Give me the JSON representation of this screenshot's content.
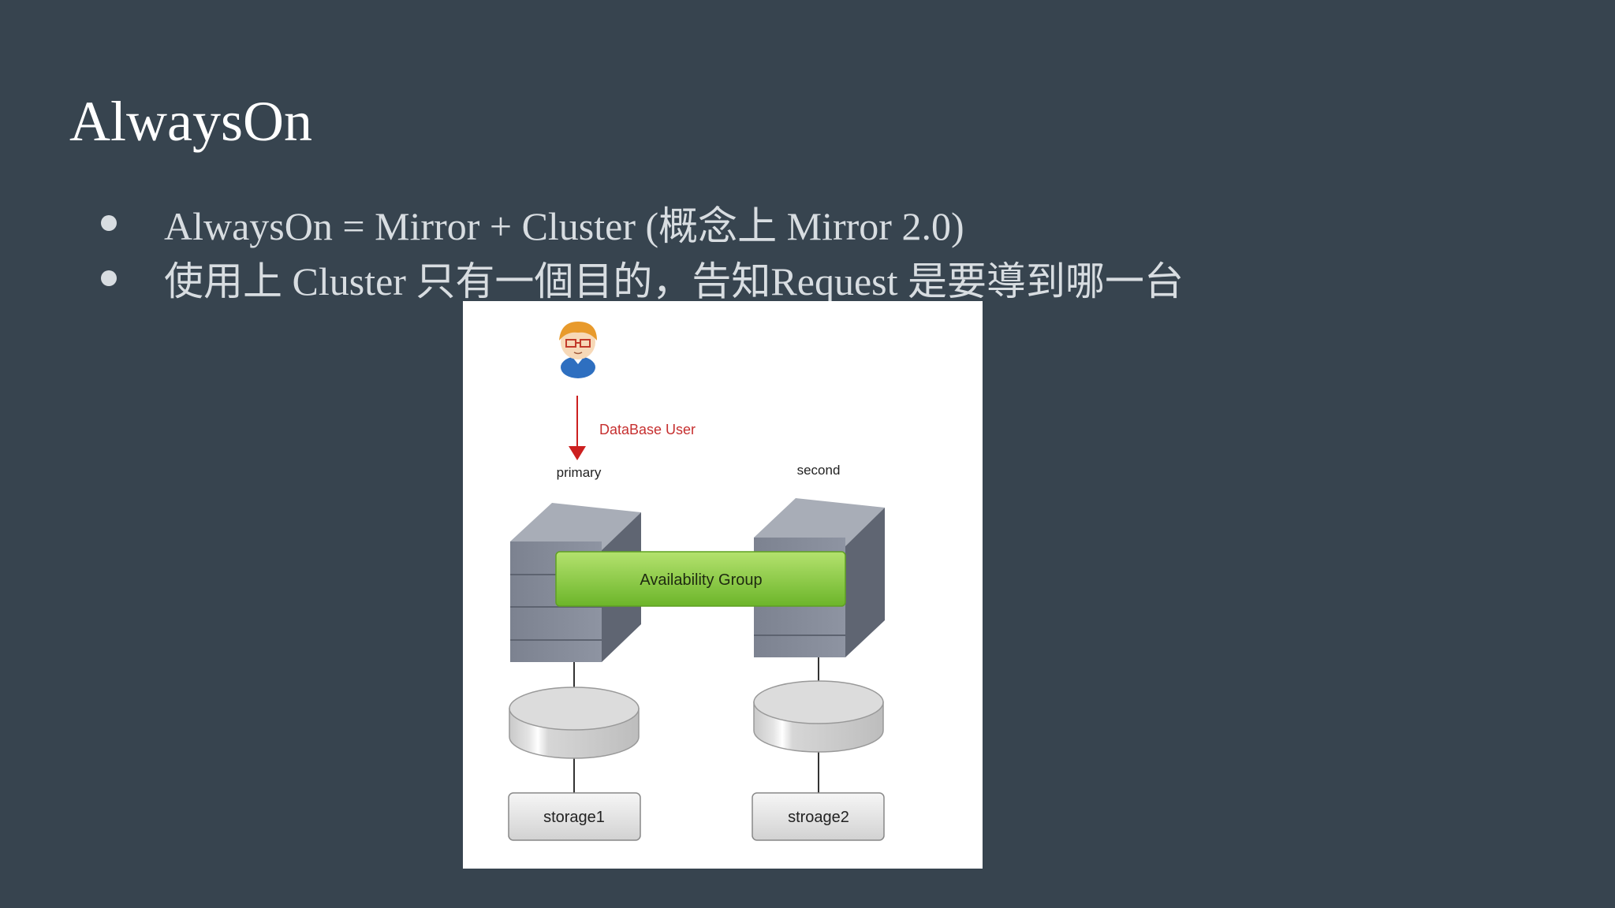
{
  "slide": {
    "title": "AlwaysOn",
    "bullets": [
      "AlwaysOn =  Mirror  +  Cluster     (概念上 Mirror 2.0)",
      "使用上 Cluster 只有一個目的，告知Request 是要導到哪一台"
    ]
  },
  "diagram": {
    "arrow_label": "DataBase User",
    "primary_label": "primary",
    "second_label": "second",
    "group_label": "Availability Group",
    "storage1_label": "storage1",
    "storage2_label": "stroage2",
    "colors": {
      "background": "#37444f",
      "arrow": "#cc1f1f",
      "group_fill_top": "#a6d95a",
      "group_fill_bottom": "#6fb82a"
    },
    "icons": [
      "user-avatar-icon",
      "server-icon",
      "database-disk-icon"
    ]
  }
}
